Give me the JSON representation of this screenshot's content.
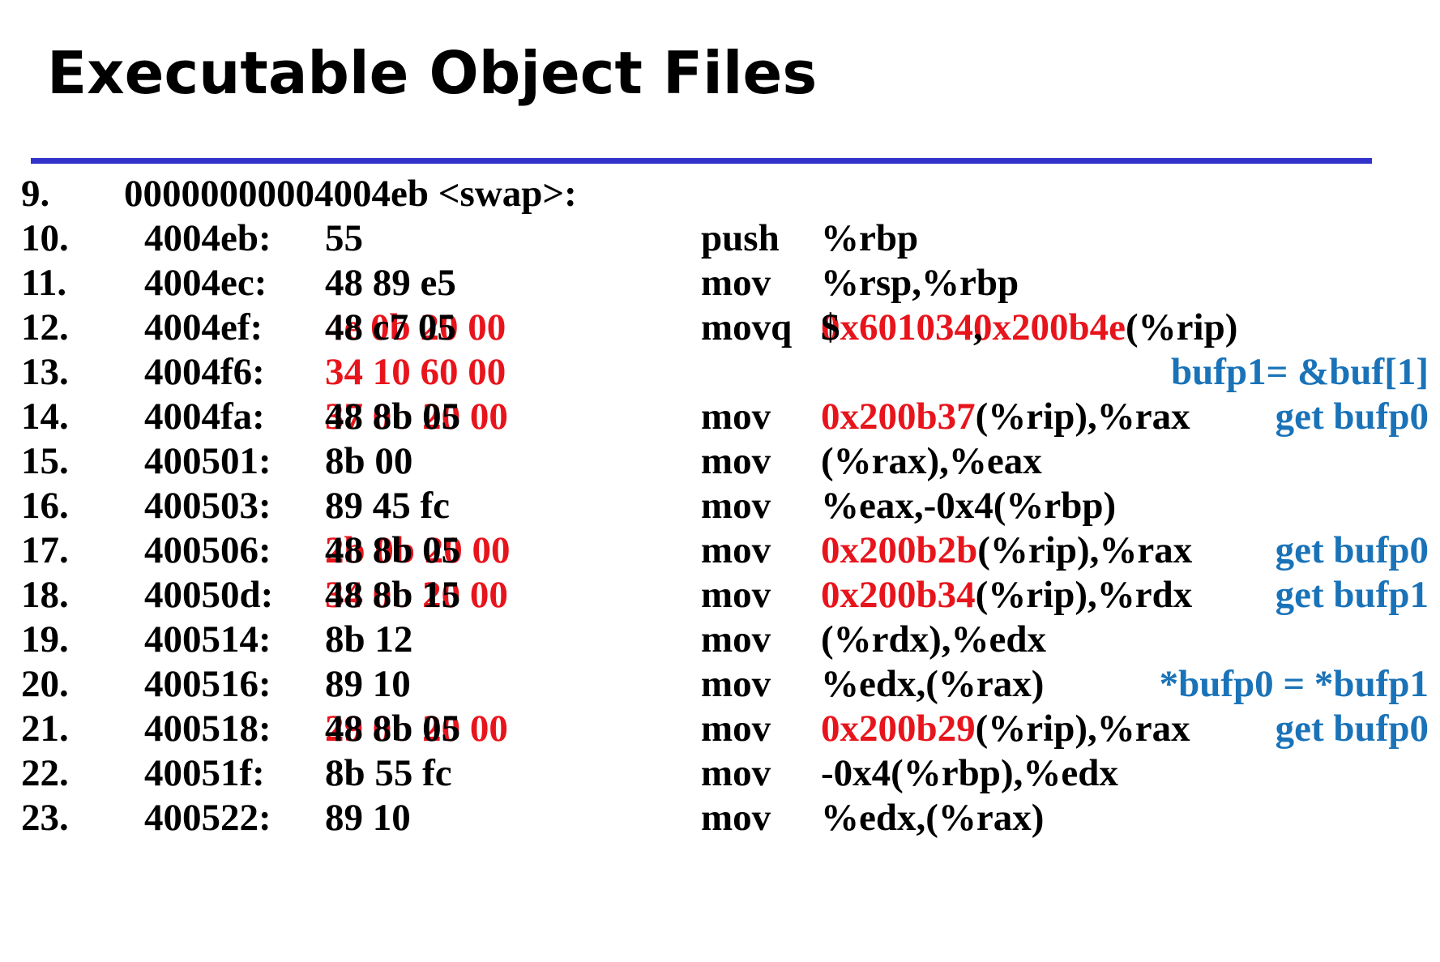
{
  "title": "Executable Object Files",
  "colors": {
    "rule": "#3333cc",
    "highlight": "#e8141c",
    "comment": "#1a73b8"
  },
  "header_line": {
    "num": "9.",
    "text": "00000000004004eb <swap>:"
  },
  "lines": [
    {
      "num": "10.",
      "addr": "4004eb:",
      "bytes": "55",
      "bytes_hl": "",
      "mnemonic": "push",
      "op_pre": "%rbp",
      "op_hl": "",
      "op_mid": "",
      "op_hl2": "",
      "op_post": "",
      "comment": ""
    },
    {
      "num": "11.",
      "addr": "4004ec:",
      "bytes": "48 89 e5",
      "bytes_hl": "",
      "mnemonic": "mov",
      "op_pre": "%rsp,%rbp",
      "op_hl": "",
      "op_mid": "",
      "op_hl2": "",
      "op_post": "",
      "comment": ""
    },
    {
      "num": "12.",
      "addr": "4004ef:",
      "bytes": "48 c7 05 ",
      "bytes_hl": "4e 0b 20 00",
      "mnemonic": "movq",
      "op_pre": "$",
      "op_hl": "0x601034",
      "op_mid": ",",
      "op_hl2": "0x200b4e",
      "op_post": "(%rip)",
      "comment": ""
    },
    {
      "num": "13.",
      "addr": "4004f6:",
      "bytes": "",
      "bytes_hl": "34 10 60 00",
      "mnemonic": "",
      "op_pre": "",
      "op_hl": "",
      "op_mid": "",
      "op_hl2": "",
      "op_post": "",
      "comment": "bufp1= &buf[1]"
    },
    {
      "num": "14.",
      "addr": "4004fa:",
      "bytes": "48 8b 05 ",
      "bytes_hl": "37 0b 20 00",
      "mnemonic": "mov",
      "op_pre": "",
      "op_hl": "0x200b37",
      "op_mid": "",
      "op_hl2": "",
      "op_post": "(%rip),%rax",
      "comment": "get bufp0"
    },
    {
      "num": "15.",
      "addr": "400501:",
      "bytes": "8b 00",
      "bytes_hl": "",
      "mnemonic": "mov",
      "op_pre": "(%rax),%eax",
      "op_hl": "",
      "op_mid": "",
      "op_hl2": "",
      "op_post": "",
      "comment": ""
    },
    {
      "num": "16.",
      "addr": "400503:",
      "bytes": "89 45 fc",
      "bytes_hl": "",
      "mnemonic": "mov",
      "op_pre": "%eax,-0x4(%rbp)",
      "op_hl": "",
      "op_mid": "",
      "op_hl2": "",
      "op_post": "",
      "comment": ""
    },
    {
      "num": "17.",
      "addr": "400506:",
      "bytes": "48 8b 05 ",
      "bytes_hl": "2b 0b 20 00",
      "mnemonic": "mov",
      "op_pre": "",
      "op_hl": "0x200b2b",
      "op_mid": "",
      "op_hl2": "",
      "op_post": "(%rip),%rax",
      "comment": "get bufp0"
    },
    {
      "num": "18.",
      "addr": "40050d:",
      "bytes": "48 8b 15 ",
      "bytes_hl": "34 0b 20 00",
      "mnemonic": "mov",
      "op_pre": "",
      "op_hl": "0x200b34",
      "op_mid": "",
      "op_hl2": "",
      "op_post": "(%rip),%rdx",
      "comment": "get bufp1"
    },
    {
      "num": "19.",
      "addr": "400514:",
      "bytes": "8b 12",
      "bytes_hl": "",
      "mnemonic": "mov",
      "op_pre": "(%rdx),%edx",
      "op_hl": "",
      "op_mid": "",
      "op_hl2": "",
      "op_post": "",
      "comment": ""
    },
    {
      "num": "20.",
      "addr": "400516:",
      "bytes": "89 10",
      "bytes_hl": "",
      "mnemonic": "mov",
      "op_pre": "%edx,(%rax)",
      "op_hl": "",
      "op_mid": "",
      "op_hl2": "",
      "op_post": "",
      "comment": "*bufp0 = *bufp1"
    },
    {
      "num": "21.",
      "addr": "400518:",
      "bytes": "48 8b 05 ",
      "bytes_hl": "29 0b 20 00",
      "mnemonic": "mov",
      "op_pre": "",
      "op_hl": "0x200b29",
      "op_mid": "",
      "op_hl2": "",
      "op_post": "(%rip),%rax",
      "comment": "get bufp0"
    },
    {
      "num": "22.",
      "addr": "40051f:",
      "bytes": "8b 55 fc",
      "bytes_hl": "",
      "mnemonic": "mov",
      "op_pre": "-0x4(%rbp),%edx",
      "op_hl": "",
      "op_mid": "",
      "op_hl2": "",
      "op_post": "",
      "comment": ""
    },
    {
      "num": "23.",
      "addr": "400522:",
      "bytes": "89 10",
      "bytes_hl": "",
      "mnemonic": "mov",
      "op_pre": "%edx,(%rax)",
      "op_hl": "",
      "op_mid": "",
      "op_hl2": "",
      "op_post": "",
      "comment": ""
    }
  ]
}
